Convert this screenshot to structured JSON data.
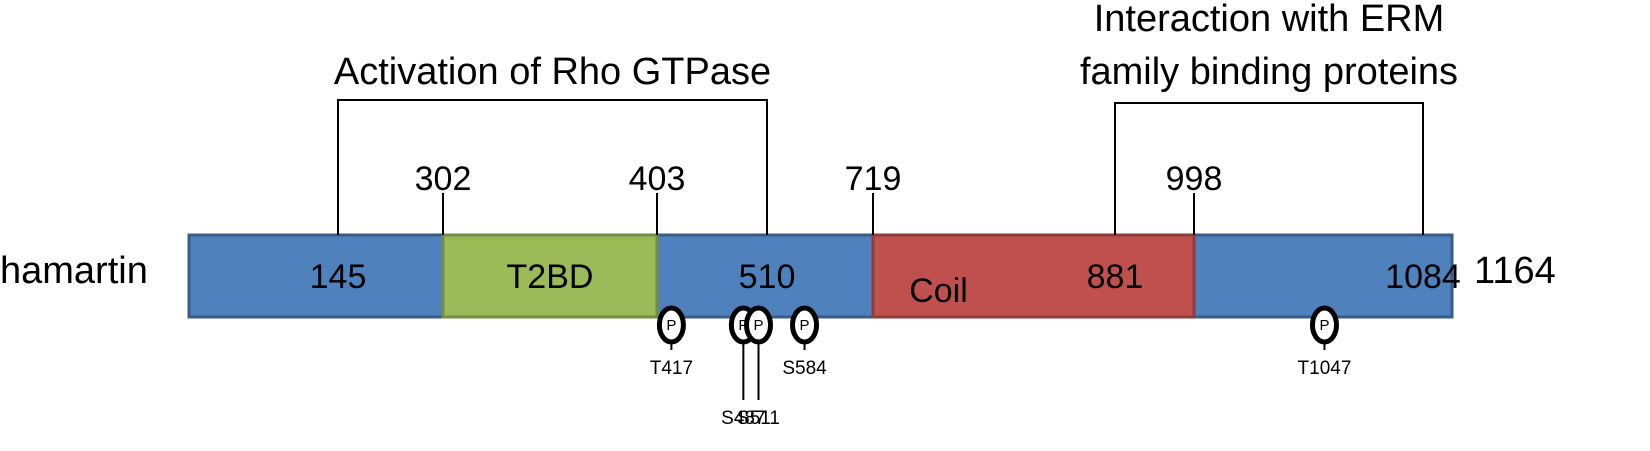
{
  "protein": {
    "name": "hamartin",
    "length_label": "1164",
    "length": 1164,
    "colors": {
      "base": "#4F81BD",
      "t2bd": "#9BBB59",
      "coil": "#C0504D"
    }
  },
  "domains": [
    {
      "label": "T2BD",
      "start": 302,
      "end": 403,
      "color": "#9BBB59"
    },
    {
      "label": "Coil",
      "start": 719,
      "end": 998,
      "color": "#C0504D"
    }
  ],
  "boundaries": [
    {
      "label": "302",
      "pos": 302
    },
    {
      "label": "403",
      "pos": 403
    },
    {
      "label": "719",
      "pos": 719
    },
    {
      "label": "998",
      "pos": 998
    }
  ],
  "inner_labels": [
    {
      "label": "145",
      "pos": 145
    },
    {
      "label": "510",
      "pos": 510
    },
    {
      "label": "881",
      "pos": 881
    },
    {
      "label": "1084",
      "pos": 1084
    }
  ],
  "regions": [
    {
      "label_lines": [
        "Activation of Rho GTPase"
      ],
      "start": 145,
      "end": 510
    },
    {
      "label_lines": [
        "Interaction with ERM",
        "family binding proteins"
      ],
      "start": 881,
      "end": 1084
    }
  ],
  "phospho": {
    "marker": "P",
    "sites": [
      {
        "label": "T417",
        "pos": 417,
        "tier": 1
      },
      {
        "label": "S487",
        "pos": 487,
        "tier": 2
      },
      {
        "label": "S511",
        "pos": 511,
        "tier": 2
      },
      {
        "label": "S584",
        "pos": 584,
        "tier": 1
      },
      {
        "label": "T1047",
        "pos": 1047,
        "tier": 1
      }
    ]
  }
}
